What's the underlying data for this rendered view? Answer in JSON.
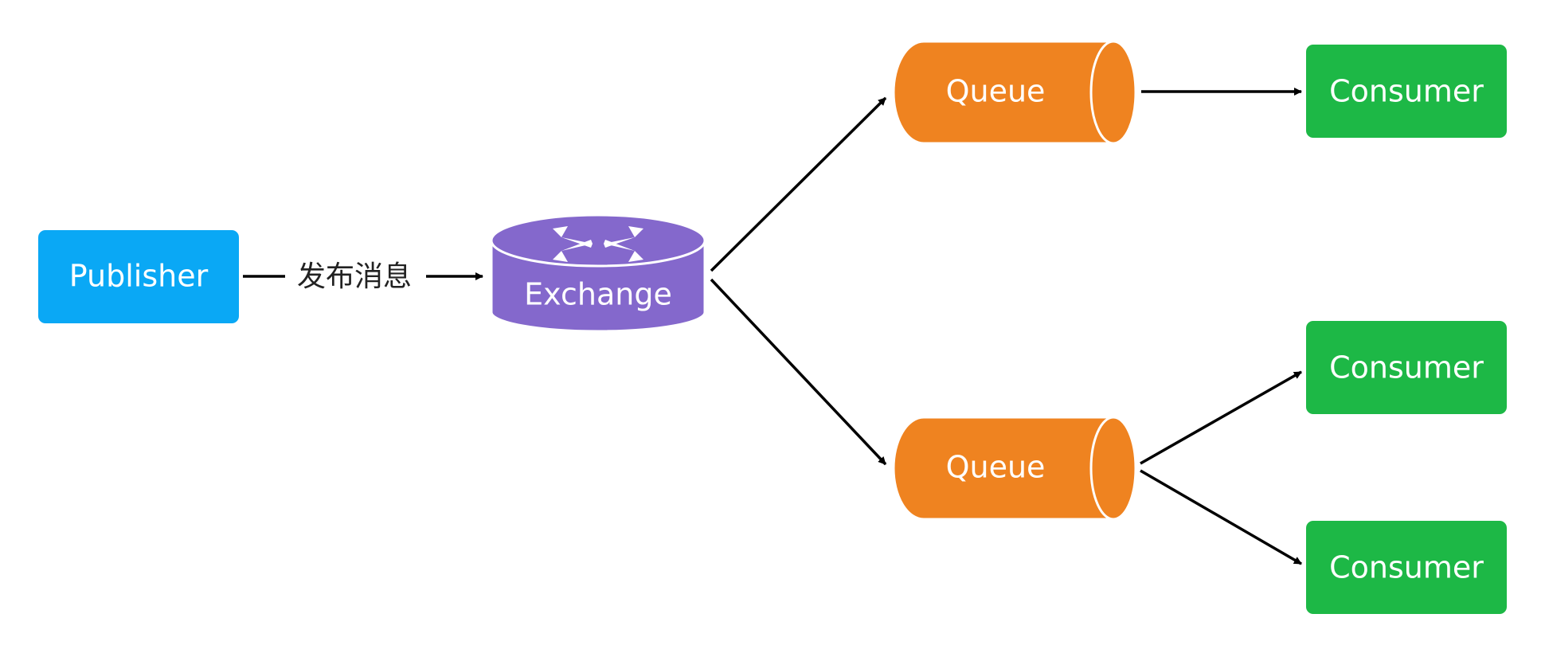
{
  "nodes": {
    "publisher": {
      "label": "Publisher",
      "color": "#0aa8f5"
    },
    "exchange": {
      "label": "Exchange",
      "color": "#8468cc"
    },
    "queue_top": {
      "label": "Queue",
      "color": "#ef8320"
    },
    "queue_bottom": {
      "label": "Queue",
      "color": "#ef8320"
    },
    "consumer_1": {
      "label": "Consumer",
      "color": "#1db846"
    },
    "consumer_2": {
      "label": "Consumer",
      "color": "#1db846"
    },
    "consumer_3": {
      "label": "Consumer",
      "color": "#1db846"
    }
  },
  "edges": {
    "publish_label": "发布消息"
  },
  "exchange_icon": "routing-arrows-icon"
}
